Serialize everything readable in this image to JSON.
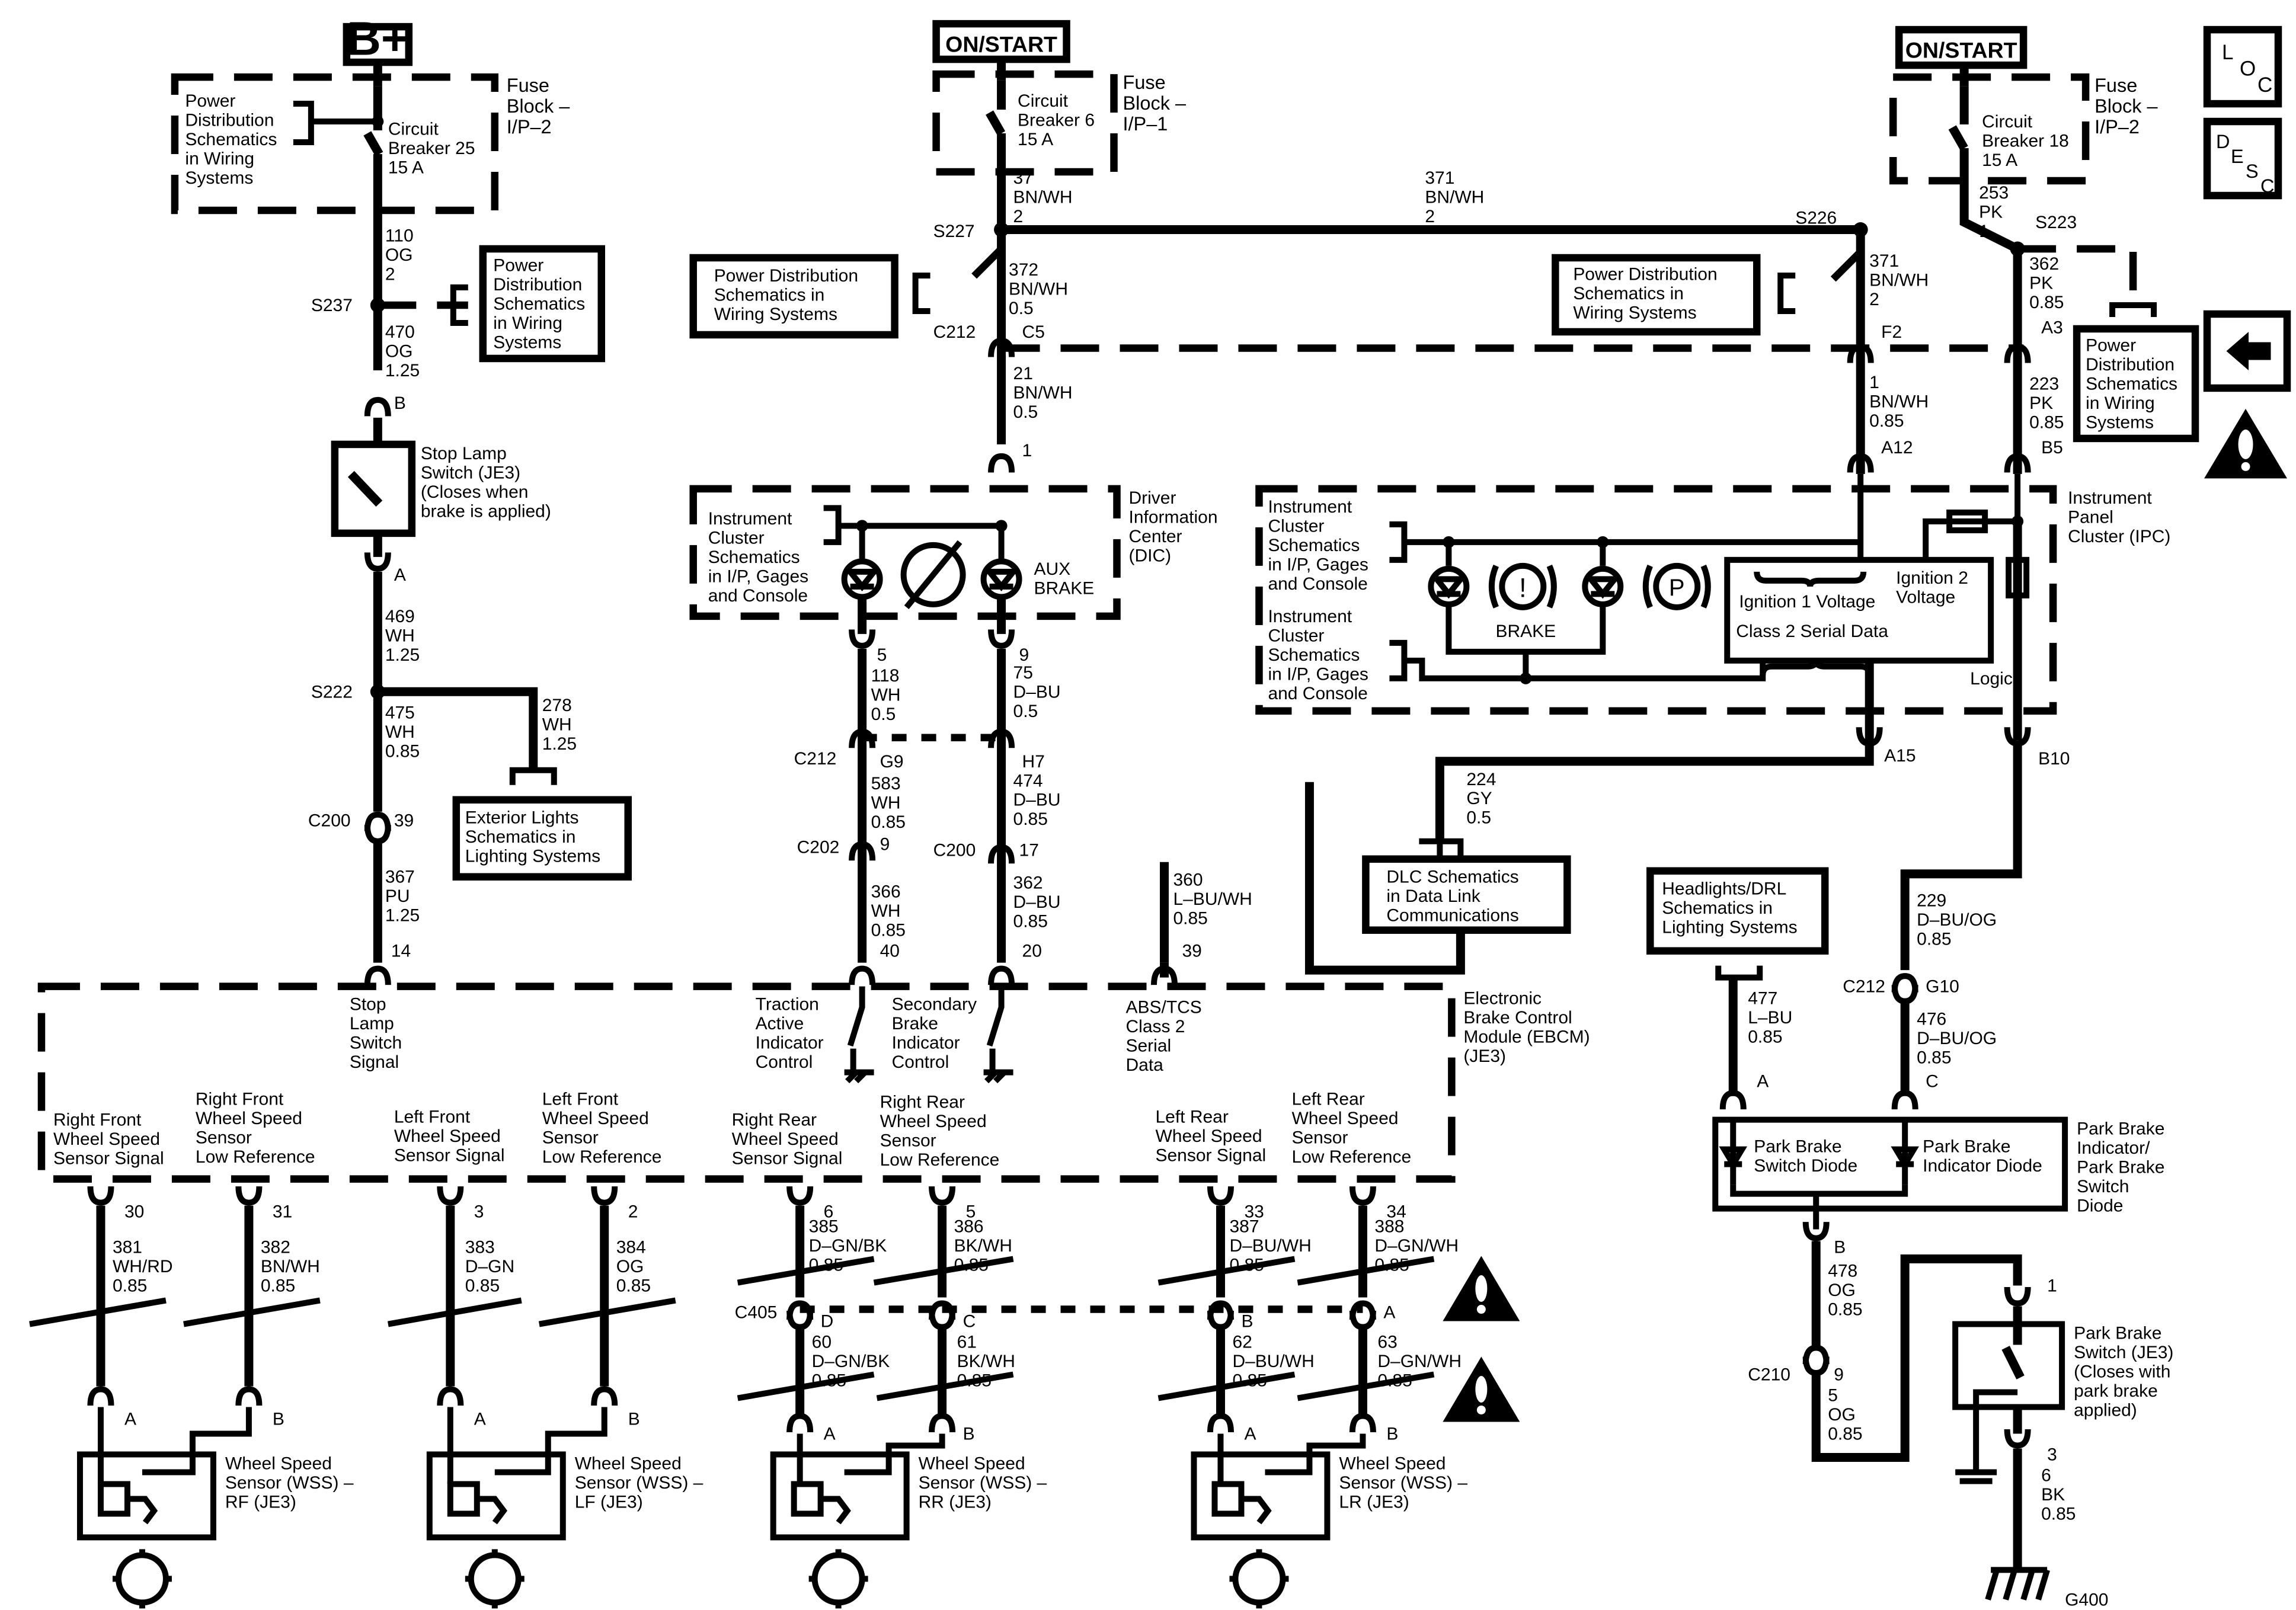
{
  "power": {
    "bplus": "B+",
    "on_start_1": "ON/START",
    "on_start_2": "ON/START"
  },
  "side_icons": {
    "loc": [
      "L",
      "O",
      "C"
    ],
    "desc": [
      "D",
      "E",
      "S",
      "C"
    ]
  },
  "fuse_blocks": {
    "left": {
      "label": [
        "Fuse",
        "Block –",
        "I/P–2"
      ],
      "ref": [
        "Power",
        "Distribution",
        "Schematics",
        "in Wiring",
        "Systems"
      ],
      "breaker": [
        "Circuit",
        "Breaker 25",
        "15 A"
      ]
    },
    "center": {
      "label": [
        "Fuse",
        "Block –",
        "I/P–1"
      ],
      "breaker": [
        "Circuit",
        "Breaker 6",
        "15 A"
      ]
    },
    "right": {
      "label": [
        "Fuse",
        "Block –",
        "I/P–2"
      ],
      "breaker": [
        "Circuit",
        "Breaker 18",
        "15 A"
      ]
    }
  },
  "ref_boxes": {
    "pd_left": [
      "Power",
      "Distribution",
      "Schematics",
      "in Wiring",
      "Systems"
    ],
    "pd_center": [
      "Power Distribution",
      "Schematics in",
      "Wiring Systems"
    ],
    "pd_right": [
      "Power Distribution",
      "Schematics in",
      "Wiring Systems"
    ],
    "pd_far_right": [
      "Power",
      "Distribution",
      "Schematics",
      "in Wiring",
      "Systems"
    ],
    "exterior": [
      "Exterior Lights",
      "Schematics in",
      "Lighting Systems"
    ],
    "dlc": [
      "DLC Schematics",
      "in Data Link",
      "Communications"
    ],
    "headlights": [
      "Headlights/DRL",
      "Schematics in",
      "Lighting Systems"
    ]
  },
  "wires": {
    "w110": [
      "110",
      "OG",
      "2"
    ],
    "w470": [
      "470",
      "OG",
      "1.25"
    ],
    "w469": [
      "469",
      "WH",
      "1.25"
    ],
    "w475": [
      "475",
      "WH",
      "0.85"
    ],
    "w278": [
      "278",
      "WH",
      "1.25"
    ],
    "w367": [
      "367",
      "PU",
      "1.25"
    ],
    "w37": [
      "37",
      "BN/WH",
      "2"
    ],
    "w371a": [
      "371",
      "BN/WH",
      "2"
    ],
    "w371b": [
      "371",
      "BN/WH",
      "2"
    ],
    "w372": [
      "372",
      "BN/WH",
      "0.5"
    ],
    "w21": [
      "21",
      "BN/WH",
      "0.5"
    ],
    "w118": [
      "118",
      "WH",
      "0.5"
    ],
    "w75": [
      "75",
      "D–BU",
      "0.5"
    ],
    "w583": [
      "583",
      "WH",
      "0.85"
    ],
    "w474": [
      "474",
      "D–BU",
      "0.85"
    ],
    "w366": [
      "366",
      "WH",
      "0.85"
    ],
    "w362b": [
      "362",
      "D–BU",
      "0.85"
    ],
    "w360": [
      "360",
      "L–BU/WH",
      "0.85"
    ],
    "w1": [
      "1",
      "BN/WH",
      "0.85"
    ],
    "w253": [
      "253",
      "PK",
      "1"
    ],
    "w362a": [
      "362",
      "PK",
      "0.85"
    ],
    "w223": [
      "223",
      "PK",
      "0.85"
    ],
    "w224": [
      "224",
      "GY",
      "0.5"
    ],
    "w229": [
      "229",
      "D–BU/OG",
      "0.85"
    ],
    "w476": [
      "476",
      "D–BU/OG",
      "0.85"
    ],
    "w477": [
      "477",
      "L–BU",
      "0.85"
    ],
    "w478": [
      "478",
      "OG",
      "0.85"
    ],
    "w5og": [
      "5",
      "OG",
      "0.85"
    ],
    "w6bk": [
      "6",
      "BK",
      "0.85"
    ],
    "w381": [
      "381",
      "WH/RD",
      "0.85"
    ],
    "w382": [
      "382",
      "BN/WH",
      "0.85"
    ],
    "w383": [
      "383",
      "D–GN",
      "0.85"
    ],
    "w384": [
      "384",
      "OG",
      "0.85"
    ],
    "w385": [
      "385",
      "D–GN/BK",
      "0.85"
    ],
    "w386": [
      "386",
      "BK/WH",
      "0.85"
    ],
    "w387": [
      "387",
      "D–BU/WH",
      "0.85"
    ],
    "w388": [
      "388",
      "D–GN/WH",
      "0.85"
    ],
    "w60": [
      "60",
      "D–GN/BK",
      "0.85"
    ],
    "w61": [
      "61",
      "BK/WH",
      "0.85"
    ],
    "w62": [
      "62",
      "D–BU/WH",
      "0.85"
    ],
    "w63": [
      "63",
      "D–GN/WH",
      "0.85"
    ]
  },
  "splices": {
    "s237": "S237",
    "s222": "S222",
    "s227": "S227",
    "s226": "S226",
    "s223": "S223"
  },
  "connectors": {
    "c212a": "C212",
    "c5": "C5",
    "f2": "F2",
    "a3": "A3",
    "a12": "A12",
    "b5": "B5",
    "c212b": "C212",
    "g9": "G9",
    "h7": "H7",
    "c202": "C202",
    "c200a": "C200",
    "c200b": "C200",
    "p39": "39",
    "p9": "9",
    "p17": "17",
    "p14": "14",
    "p40": "40",
    "p20": "20",
    "p39b": "39",
    "a15": "A15",
    "b10": "B10",
    "c212c": "C212",
    "g10": "G10",
    "p1": "1",
    "p5": "5",
    "p9b": "9",
    "pinB": "B",
    "pinA": "A",
    "c405": "C405",
    "c210": "C210",
    "p9c": "9",
    "g400": "G400",
    "pin1": "1",
    "pin3": "3",
    "pbA": "A",
    "pbC": "C",
    "pbB": "B"
  },
  "components": {
    "stop_lamp_switch": [
      "Stop Lamp",
      "Switch (JE3)",
      "(Closes when",
      "brake is applied)"
    ],
    "dic": [
      "Driver",
      "Information",
      "Center",
      "(DIC)"
    ],
    "dic_ref": [
      "Instrument",
      "Cluster",
      "Schematics",
      "in I/P, Gages",
      "and Console"
    ],
    "aux_brake": [
      "AUX",
      "BRAKE"
    ],
    "ipc": [
      "Instrument",
      "Panel",
      "Cluster (IPC)"
    ],
    "ipc_ref1": [
      "Instrument",
      "Cluster",
      "Schematics",
      "in I/P, Gages",
      "and Console"
    ],
    "ipc_ref2": [
      "Instrument",
      "Cluster",
      "Schematics",
      "in I/P, Gages",
      "and Console"
    ],
    "brake": "BRAKE",
    "p_symbol": "P",
    "excl_symbol": "!",
    "ign1": "Ignition 1 Voltage",
    "ign2": [
      "Ignition 2",
      "Voltage"
    ],
    "class2": "Class 2 Serial Data",
    "logic": "Logic",
    "ebcm": [
      "Electronic",
      "Brake Control",
      "Module (EBCM)",
      "(JE3)"
    ],
    "ebcm_signals": {
      "stop": [
        "Stop",
        "Lamp",
        "Switch",
        "Signal"
      ],
      "traction": [
        "Traction",
        "Active",
        "Indicator",
        "Control"
      ],
      "secondary": [
        "Secondary",
        "Brake",
        "Indicator",
        "Control"
      ],
      "abs": [
        "ABS/TCS",
        "Class 2",
        "Serial",
        "Data"
      ]
    },
    "wss_labels": {
      "rf_sig": [
        "Right Front",
        "Wheel Speed",
        "Sensor Signal"
      ],
      "rf_ref": [
        "Right Front",
        "Wheel Speed",
        "Sensor",
        "Low Reference"
      ],
      "lf_sig": [
        "Left Front",
        "Wheel Speed",
        "Sensor Signal"
      ],
      "lf_ref": [
        "Left Front",
        "Wheel Speed",
        "Sensor",
        "Low Reference"
      ],
      "rr_sig": [
        "Right Rear",
        "Wheel Speed",
        "Sensor Signal"
      ],
      "rr_ref": [
        "Right Rear",
        "Wheel Speed",
        "Sensor",
        "Low Reference"
      ],
      "lr_sig": [
        "Left Rear",
        "Wheel Speed",
        "Sensor Signal"
      ],
      "lr_ref": [
        "Left Rear",
        "Wheel Speed",
        "Sensor",
        "Low Reference"
      ]
    },
    "ebcm_pins": {
      "rf1": "30",
      "rf2": "31",
      "lf1": "3",
      "lf2": "2",
      "rr1": "6",
      "rr2": "5",
      "lr1": "33",
      "lr2": "34"
    },
    "wss_pins": {
      "a": "A",
      "b": "B",
      "d": "D",
      "c": "C"
    },
    "wss": {
      "rf": [
        "Wheel Speed",
        "Sensor (WSS) –",
        "RF (JE3)"
      ],
      "lf": [
        "Wheel Speed",
        "Sensor (WSS) –",
        "LF (JE3)"
      ],
      "rr": [
        "Wheel Speed",
        "Sensor (WSS) –",
        "RR (JE3)"
      ],
      "lr": [
        "Wheel Speed",
        "Sensor (WSS) –",
        "LR (JE3)"
      ]
    },
    "park_diode": [
      "Park Brake",
      "Indicator/",
      "Park Brake",
      "Switch",
      "Diode"
    ],
    "pb_switch_diode": [
      "Park Brake",
      "Switch Diode"
    ],
    "pb_indicator_diode": [
      "Park Brake",
      "Indicator Diode"
    ],
    "park_switch": [
      "Park Brake",
      "Switch (JE3)",
      "(Closes with",
      "park brake",
      "applied)"
    ]
  }
}
